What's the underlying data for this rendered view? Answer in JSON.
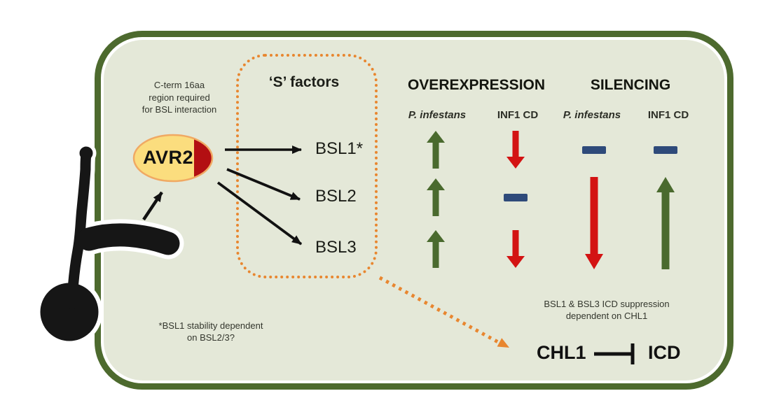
{
  "colors": {
    "panel_fill": "#e4e8d8",
    "panel_border": "#4d6a2e",
    "accent_orange": "#e8862f",
    "up_green": "#4a6a2e",
    "down_red": "#d31313",
    "no_change_blue": "#2e4a7a",
    "avr2_fill": "#fbdd7e",
    "avr2_border": "#f0a963",
    "avr2_cap_red": "#b30f12",
    "arrow_black": "#111111"
  },
  "pathogen": {
    "icon": "germinating-cyst-spore"
  },
  "avr2": {
    "label": "AVR2",
    "annotation_lines": [
      "C-term 16aa",
      "region required",
      "for BSL interaction"
    ]
  },
  "s_factors": {
    "title": "‘S’ factors",
    "targets": [
      {
        "name": "BSL1*"
      },
      {
        "name": "BSL2"
      },
      {
        "name": "BSL3"
      }
    ]
  },
  "note_left": {
    "lines": [
      "*BSL1 stability dependent",
      "on BSL2/3?"
    ]
  },
  "results": {
    "row_names": [
      "BSL1",
      "BSL2",
      "BSL3"
    ],
    "sections": [
      {
        "title": "OVEREXPRESSION",
        "columns": [
          {
            "label": "P. infestans",
            "italic": true,
            "cells": [
              {
                "rows": [
                  1
                ],
                "type": "up"
              },
              {
                "rows": [
                  2
                ],
                "type": "up"
              },
              {
                "rows": [
                  3
                ],
                "type": "up"
              }
            ]
          },
          {
            "label": "INF1 CD",
            "italic": false,
            "cells": [
              {
                "rows": [
                  1
                ],
                "type": "down"
              },
              {
                "rows": [
                  2
                ],
                "type": "no-change"
              },
              {
                "rows": [
                  3
                ],
                "type": "down"
              }
            ]
          }
        ]
      },
      {
        "title": "SILENCING",
        "columns": [
          {
            "label": "P. infestans",
            "italic": true,
            "cells": [
              {
                "rows": [
                  1
                ],
                "type": "no-change"
              },
              {
                "rows": [
                  2,
                  3
                ],
                "type": "down"
              }
            ]
          },
          {
            "label": "INF1 CD",
            "italic": false,
            "cells": [
              {
                "rows": [
                  1
                ],
                "type": "no-change"
              },
              {
                "rows": [
                  2,
                  3
                ],
                "type": "up"
              }
            ]
          }
        ]
      }
    ]
  },
  "note_right": {
    "lines": [
      "BSL1 & BSL3 ICD suppression",
      "dependent on CHL1"
    ]
  },
  "inhibition": {
    "source": "CHL1",
    "target": "ICD",
    "relation": "inhibits"
  }
}
